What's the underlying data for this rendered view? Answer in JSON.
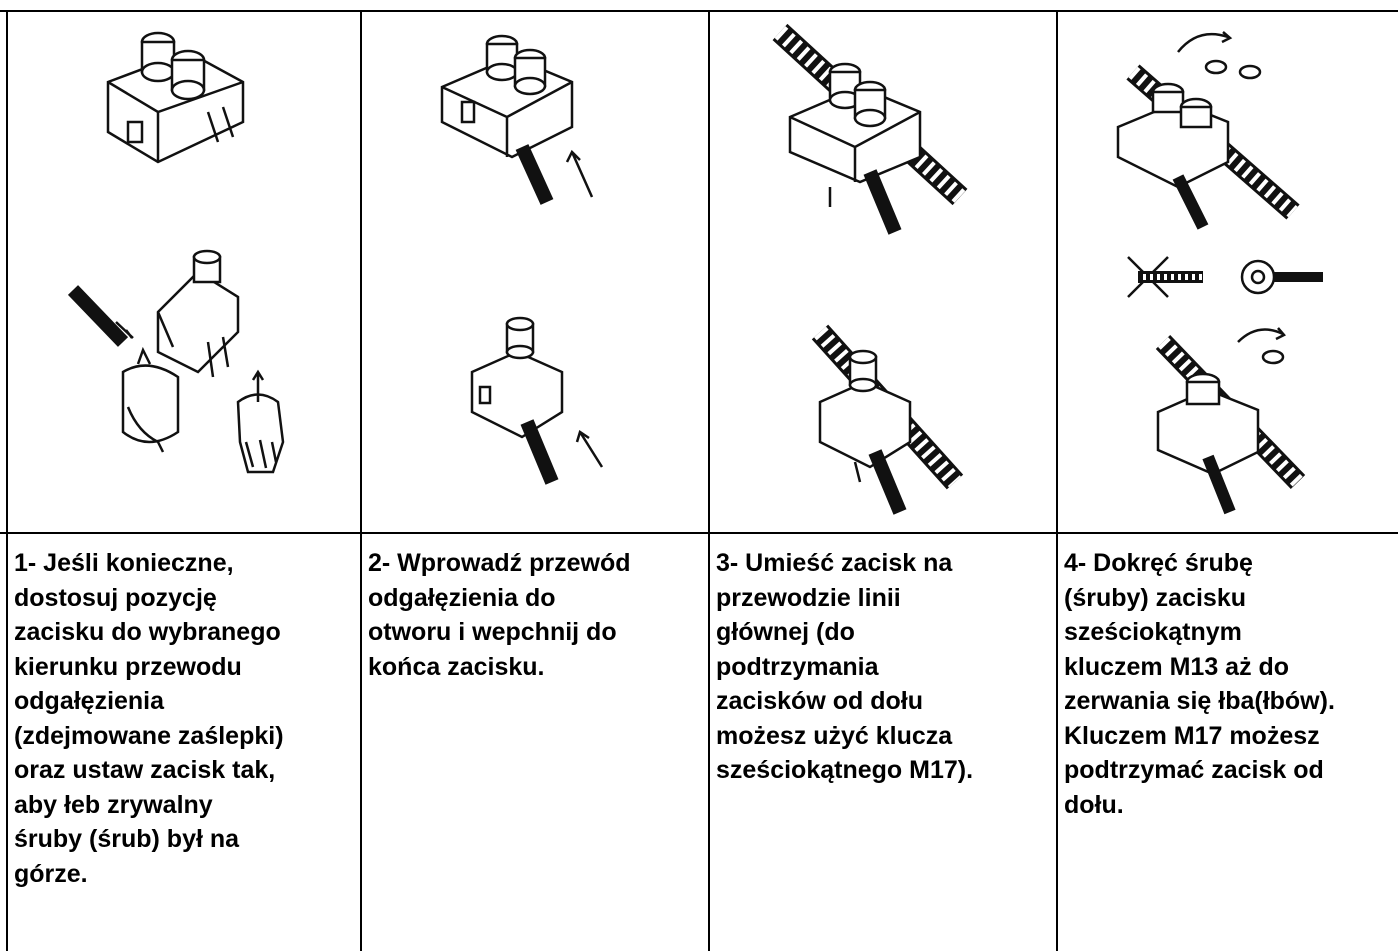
{
  "steps": [
    {
      "text": "1- Jeśli konieczne,\ndostosuj pozycję\nzacisku do wybranego\nkierunku przewodu\nodgałęzienia\n(zdejmowane zaślepki)\noraz ustaw zacisk tak,\naby łeb zrywalny\nśruby (śrub) był na\ngórze.",
      "illustration_icon": "clamp-cap-adjust-icon"
    },
    {
      "text": "2- Wprowadź przewód\nodgałęzienia  do\notworu i wepchnij do\nkońca zacisku.",
      "illustration_icon": "clamp-insert-branch-wire-icon"
    },
    {
      "text": "3- Umieść zacisk na\nprzewodzie  linii\ngłównej  (do\npodtrzymania\nzacisków od dołu\nmożesz użyć klucza\nsześciokątnego M17).",
      "illustration_icon": "clamp-on-main-line-icon"
    },
    {
      "text": "4- Dokręć śrubę\n(śruby) zacisku\nsześciokątnym\nkluczem M13 aż do\nzerwania się łba(łbów).\nKluczem M17 możesz\npodtrzymać zacisk od\ndołu.",
      "illustration_icon": "clamp-tighten-bolt-icon"
    }
  ],
  "colors": {
    "line": "#000000",
    "background": "#ffffff"
  }
}
